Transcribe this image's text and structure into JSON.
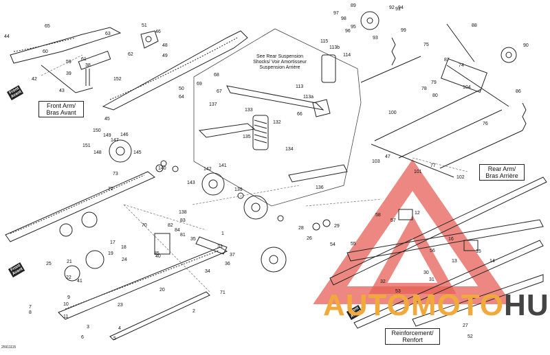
{
  "diagram": {
    "callouts": {
      "front_arm": [
        "Front Arm/",
        "Bras Avant"
      ],
      "rear_arm": [
        "Rear Arm/",
        "Bras Arrière"
      ],
      "reinforcement": [
        "Reinforcement/",
        "Renfort"
      ],
      "see_rear_shocks": [
        "See Rear Suspension",
        "Shocks/ Voir Amortisseur",
        "Suspension Arrière"
      ]
    },
    "front_tag": [
      "Front",
      "Avant"
    ],
    "doc_id": "25911115",
    "watermark": {
      "text_orange": "AUTOMOTO",
      "text_dark": "HUB"
    },
    "part_numbers": [
      "1",
      "2",
      "3",
      "4",
      "5",
      "6",
      "7",
      "8",
      "9",
      "10",
      "11",
      "12",
      "13",
      "14",
      "15",
      "16",
      "17",
      "18",
      "19",
      "20",
      "21",
      "22",
      "23",
      "24",
      "25",
      "26",
      "27",
      "28",
      "29",
      "30",
      "31",
      "32",
      "33",
      "34",
      "35",
      "36",
      "37",
      "38",
      "39",
      "40",
      "41",
      "42",
      "43",
      "44",
      "45",
      "46",
      "47",
      "48",
      "49",
      "50",
      "51",
      "52",
      "53",
      "54",
      "55",
      "56",
      "57",
      "58",
      "59",
      "60",
      "61",
      "62",
      "63",
      "64",
      "65",
      "66",
      "67",
      "68",
      "69",
      "70",
      "71",
      "72",
      "73",
      "74",
      "75",
      "76",
      "77",
      "78",
      "79",
      "80",
      "81",
      "82",
      "83",
      "84",
      "85",
      "86",
      "87",
      "88",
      "89",
      "90",
      "91",
      "92",
      "93",
      "94",
      "95",
      "96",
      "97",
      "98",
      "99",
      "100",
      "101",
      "102",
      "103",
      "104",
      "113",
      "113a",
      "113b",
      "114",
      "115",
      "132",
      "133",
      "134",
      "135",
      "136",
      "137",
      "138",
      "139",
      "140",
      "141",
      "142",
      "143",
      "145",
      "146",
      "147",
      "148",
      "149",
      "150",
      "151",
      "152"
    ]
  }
}
